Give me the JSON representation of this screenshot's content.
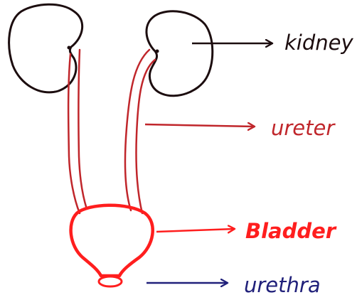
{
  "colors": {
    "kidney": "#1c0d0f",
    "ureter": "#c0262b",
    "bladder": "#ff1e1e",
    "urethra_label": "#20207a",
    "background": "#ffffff"
  },
  "labels": {
    "kidney": "kidney",
    "ureter": "ureter",
    "bladder": "Bladder",
    "urethra": "urethra"
  }
}
